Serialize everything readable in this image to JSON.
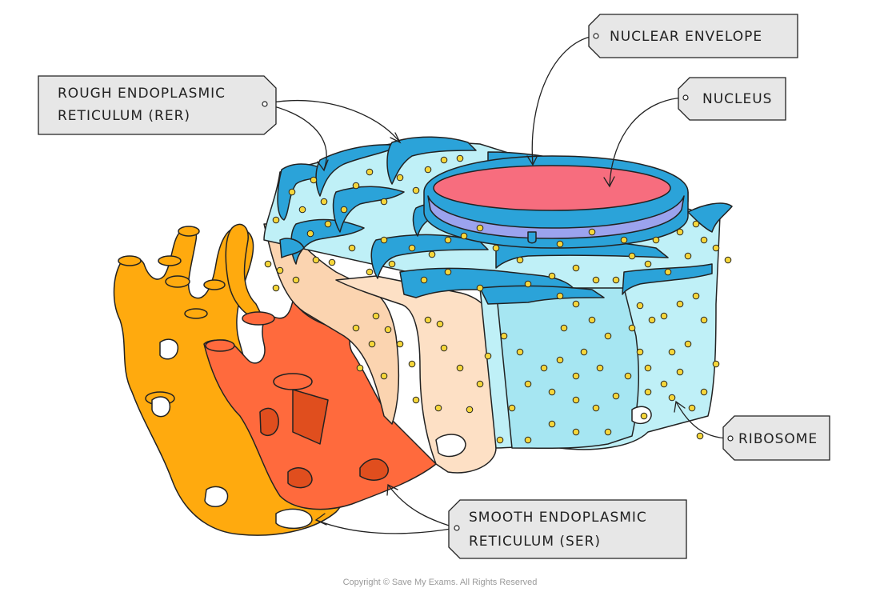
{
  "labels": {
    "rer_line1": "ROUGH  ENDOPLASMIC",
    "rer_line2": "RETICULUM  (RER)",
    "nuclear_envelope": "NUCLEAR  ENVELOPE",
    "nucleus": "NUCLEUS",
    "ribosome": "RIBOSOME",
    "ser_line1": "SMOOTH  ENDOPLASMIC",
    "ser_line2": "RETICULUM  (SER)"
  },
  "copyright": "Copyright © Save My Exams. All Rights Reserved",
  "colors": {
    "rer_membrane": "#2ba3d9",
    "rer_lumen": "#bff0f7",
    "ribosome": "#f5d63a",
    "nucleus_fill": "#f76d7e",
    "nuclear_pore_band": "#9ba3ee",
    "ser_orange": "#ffaa0e",
    "ser_red_orange": "#ff6a3d",
    "ser_peach": "#fde0c5",
    "tag_fill": "#e7e7e7"
  }
}
